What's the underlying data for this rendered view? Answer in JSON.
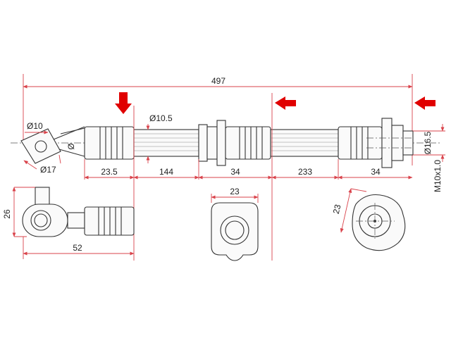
{
  "colors": {
    "arrow": "#e00000",
    "dimension_line": "#d9434b",
    "outline": "#333333"
  },
  "icons": {
    "arrow_down": "red-down-arrow-icon",
    "arrow_left": "red-left-arrow-icon"
  },
  "dimensions": {
    "overall_length": "497",
    "banjo_hole": "Ø10",
    "banjo_outer": "Ø17",
    "bolt_small": "Ø",
    "hose_diameter": "Ø10.5",
    "end_fitting_diameter": "Ø16.5",
    "thread": "M10x1.0",
    "seg_fitting_1": "23.5",
    "seg_hose_1": "144",
    "seg_middle_fitting": "34",
    "seg_hose_2": "233",
    "seg_end_fitting": "34",
    "banjo_height": "26",
    "banjo_length": "52",
    "bracket_width": "23",
    "bracket_end_width": "23"
  }
}
